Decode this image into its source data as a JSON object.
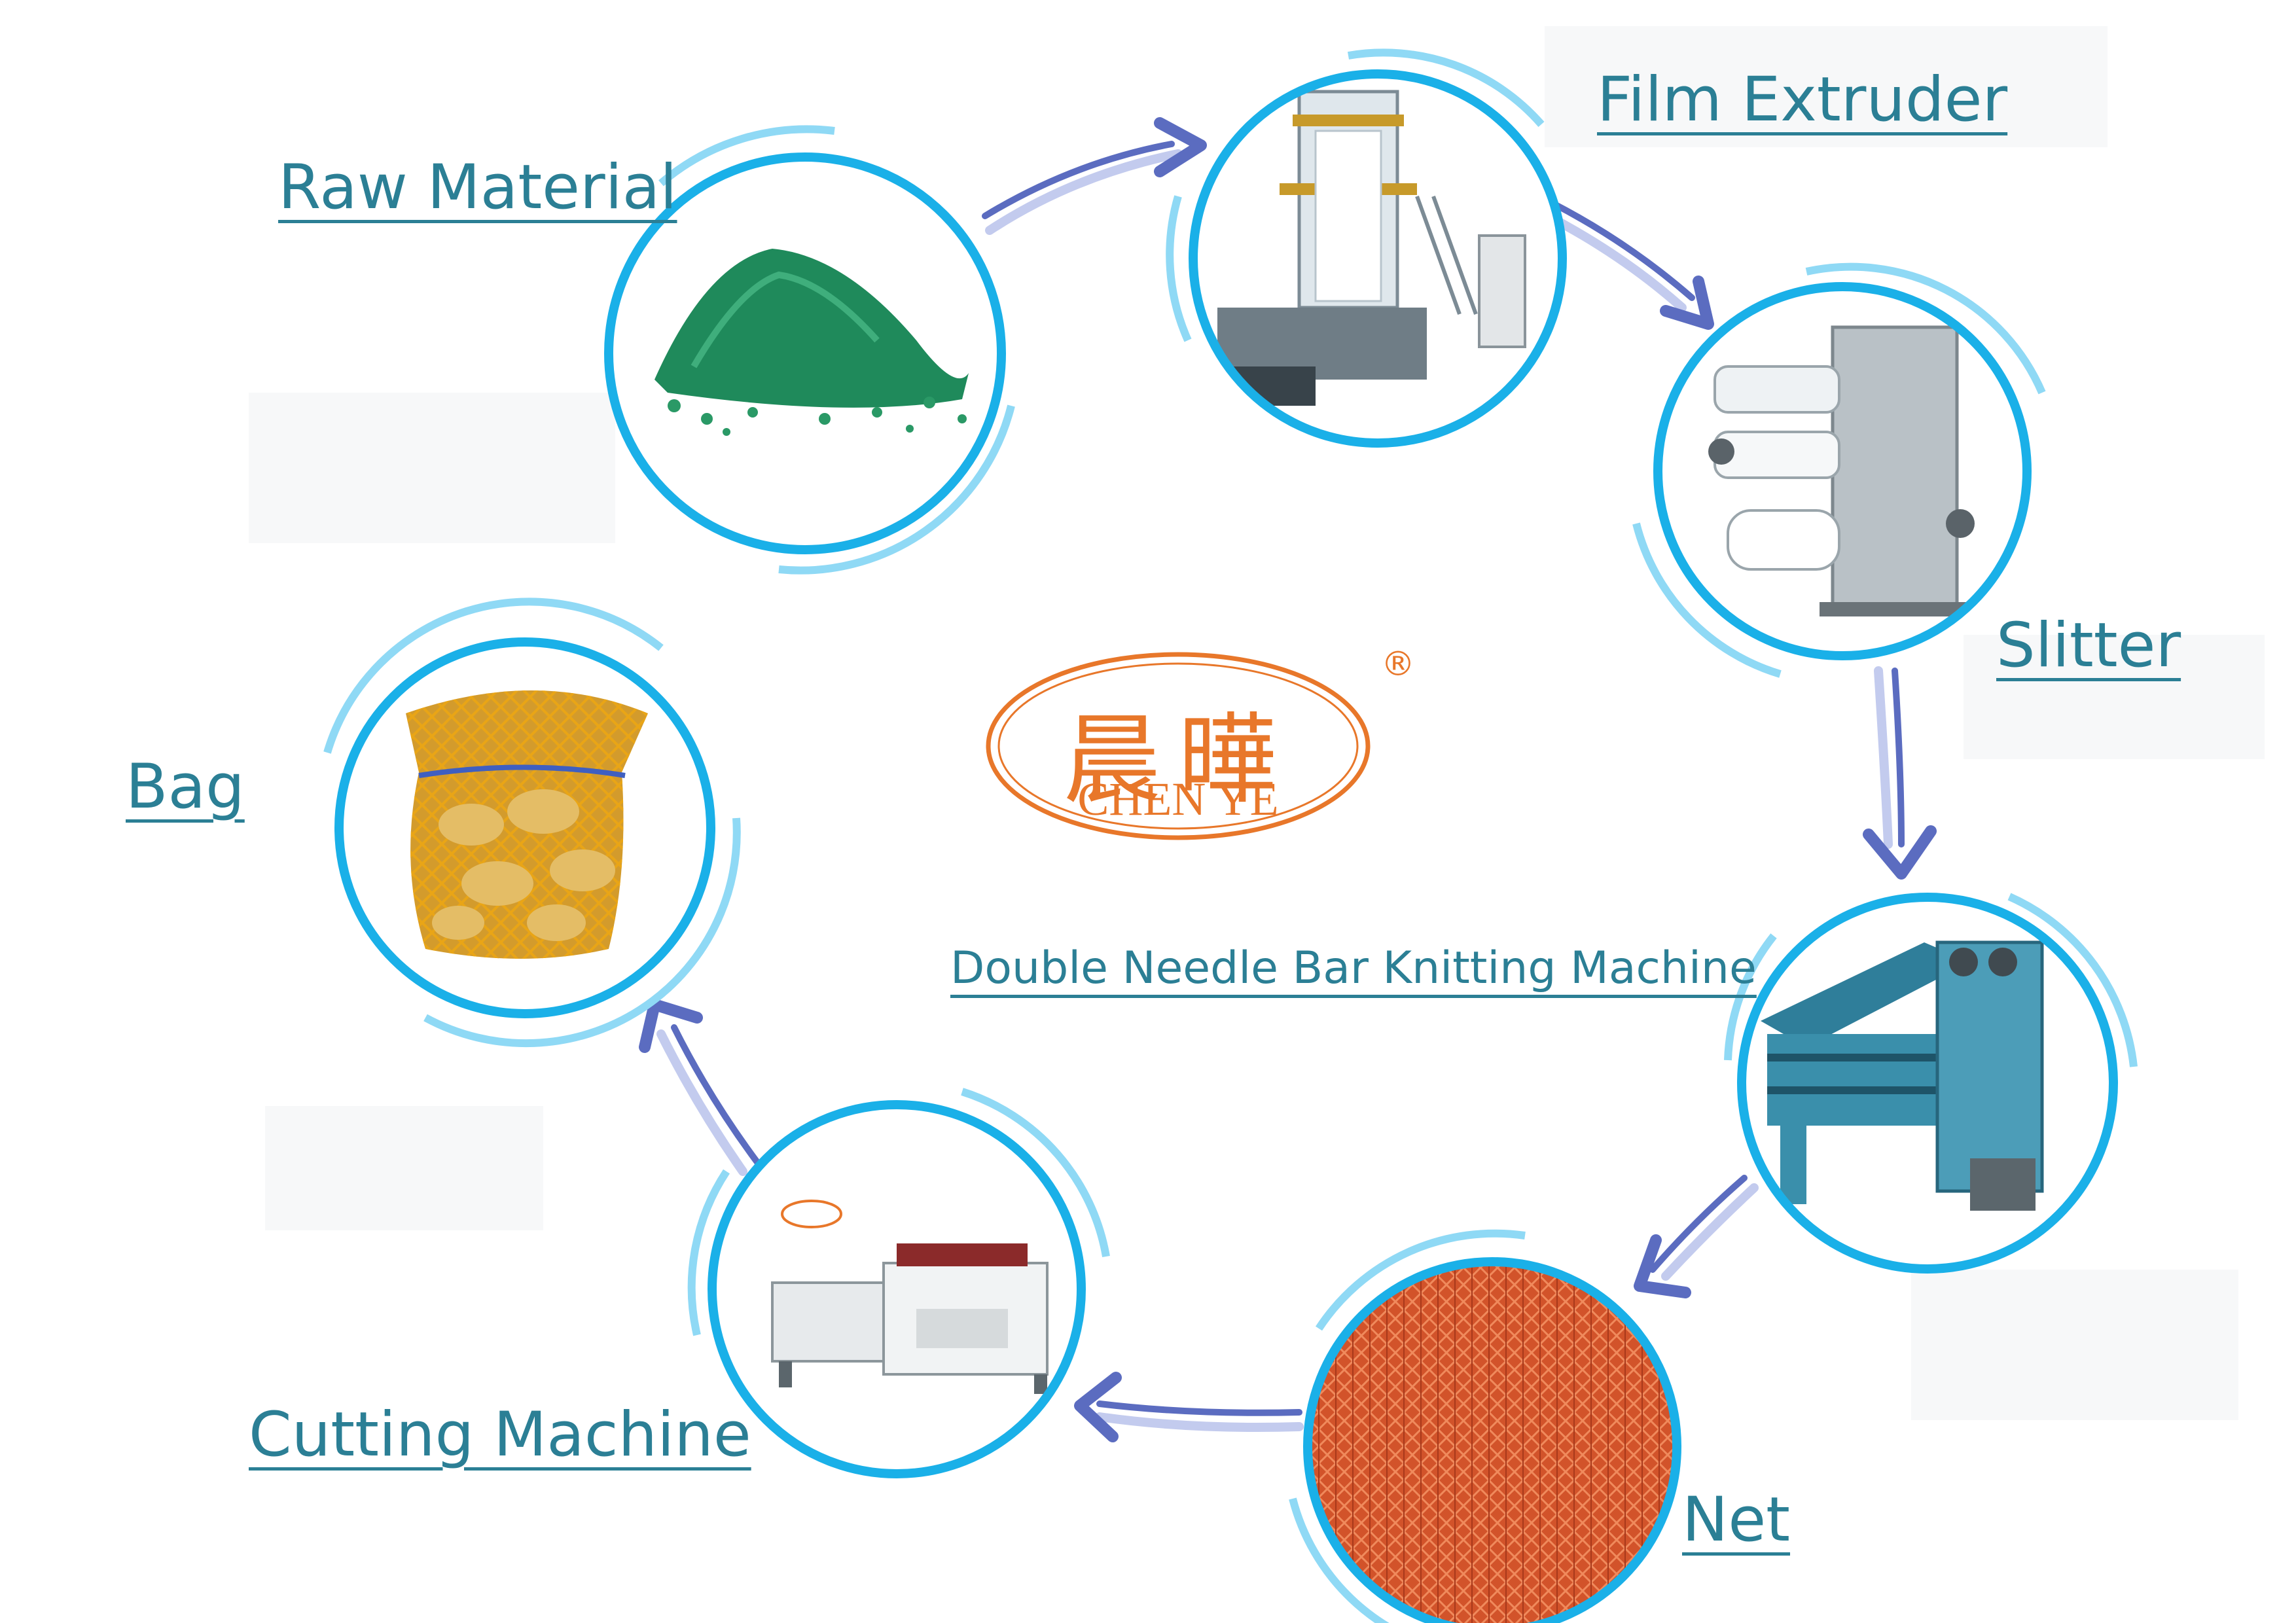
{
  "stages": [
    {
      "id": "raw-material",
      "label": "Raw Material",
      "icon": "green-plastic-granules-pile"
    },
    {
      "id": "film-extruder",
      "label": "Film Extruder",
      "icon": "film-blowing-extruder-tower"
    },
    {
      "id": "slitter",
      "label": "Slitter",
      "icon": "film-slitting-machine"
    },
    {
      "id": "knitting-machine",
      "label": "Double Needle Bar Knitting Machine",
      "icon": "raschel-knitting-machine"
    },
    {
      "id": "net",
      "label": "Net",
      "icon": "orange-mesh-net-fabric"
    },
    {
      "id": "cutting-machine",
      "label": "Cutting Machine",
      "icon": "bag-cutting-sealing-machine"
    },
    {
      "id": "bag",
      "label": "Bag",
      "icon": "potato-mesh-bag"
    }
  ],
  "logo": {
    "chinese": "晨曄",
    "english": "CHEN YE",
    "registered": "®"
  },
  "colors": {
    "ring": "#1ab0e8",
    "ring_outer": "#8fd9f5",
    "arrow": "#5b6cc0",
    "arrow_light": "#c3cbee",
    "label": "#2b7f95",
    "logo": "#e8772a"
  }
}
